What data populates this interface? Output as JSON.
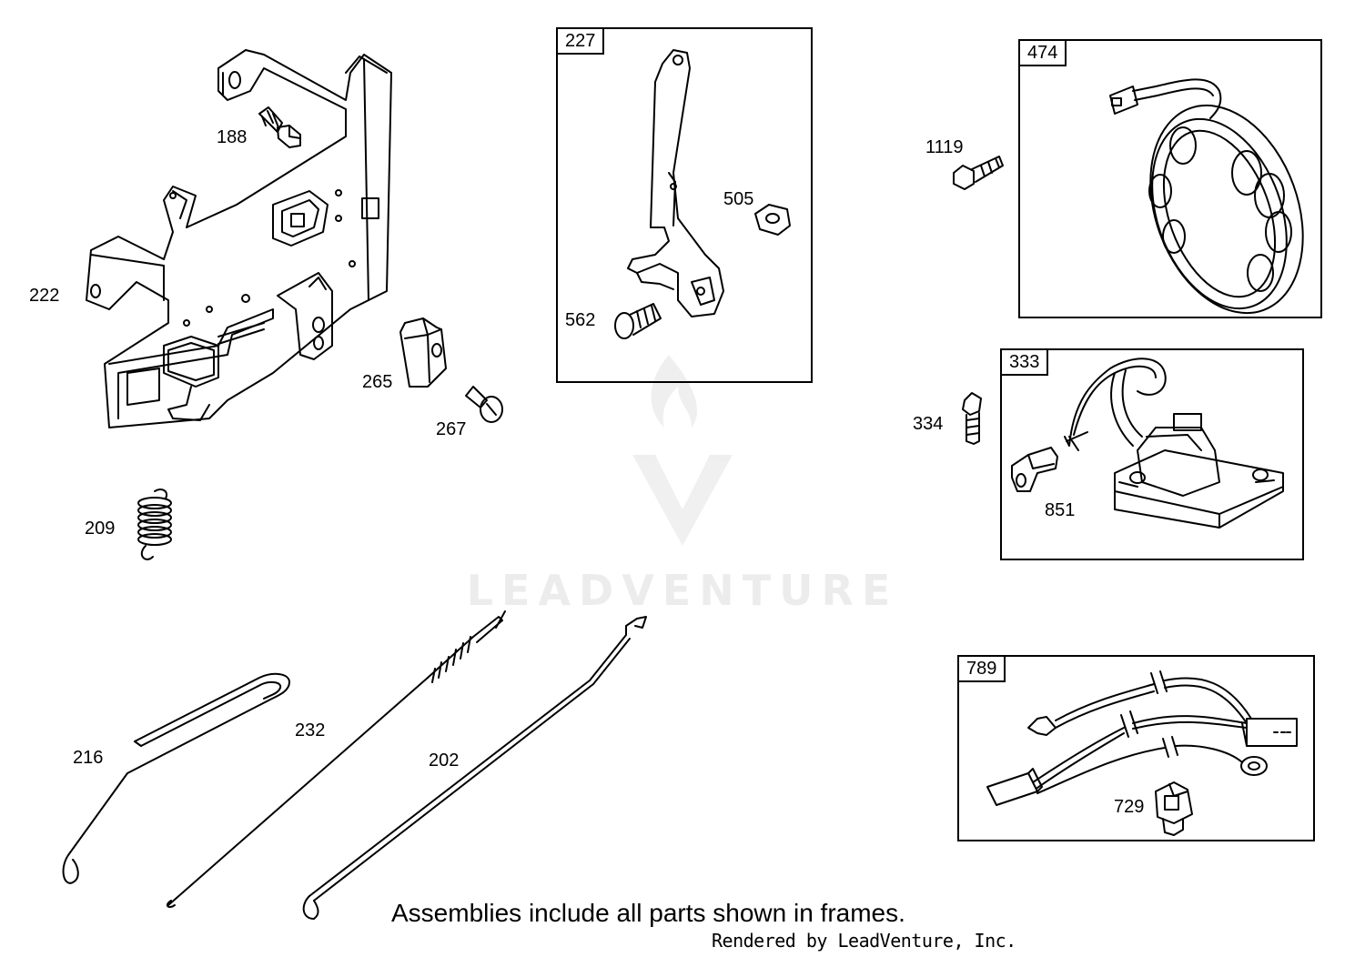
{
  "frames": {
    "f227": "227",
    "f474": "474",
    "f333": "333",
    "f789": "789"
  },
  "callouts": {
    "c188": "188",
    "c222": "222",
    "c265": "265",
    "c267": "267",
    "c209": "209",
    "c562": "562",
    "c505": "505",
    "c1119": "1119",
    "c334": "334",
    "c851": "851",
    "c729": "729",
    "c216": "216",
    "c232": "232",
    "c202": "202"
  },
  "footer": {
    "note": "Assemblies include all parts shown in frames.",
    "credit": "Rendered by LeadVenture, Inc."
  },
  "watermark": {
    "text": "LEADVENTURE",
    "color": "#000000"
  }
}
